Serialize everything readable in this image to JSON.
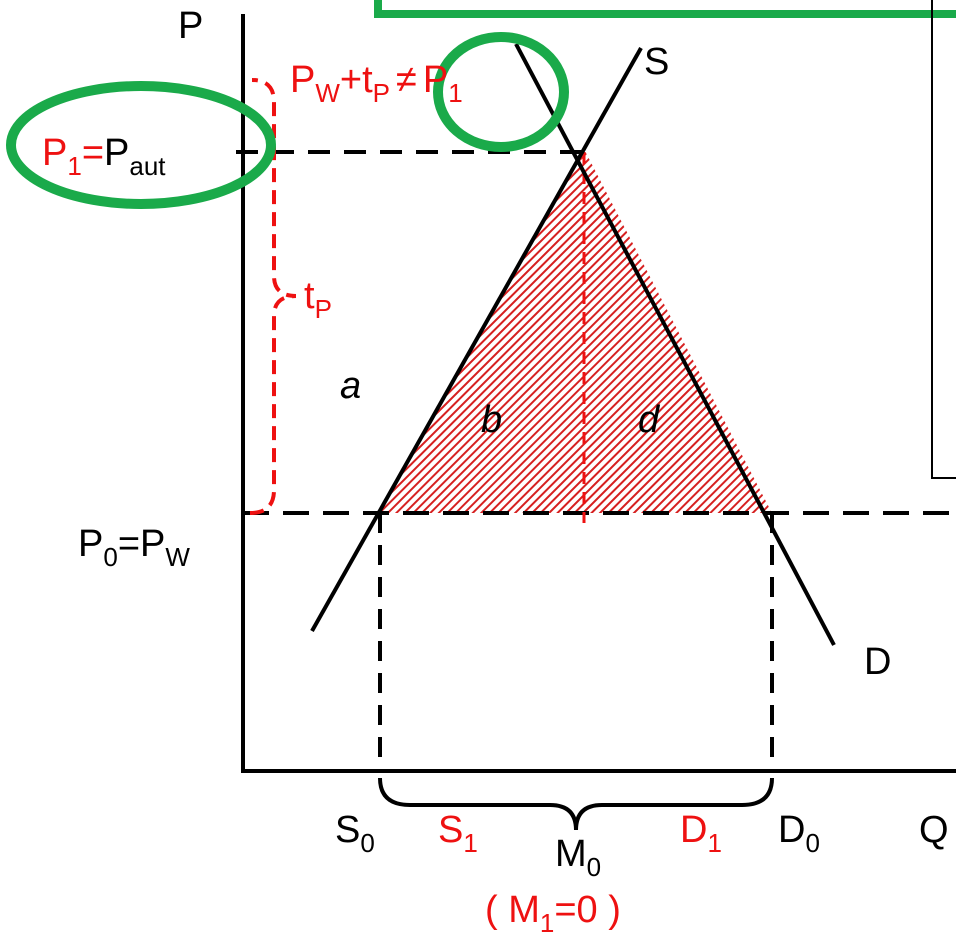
{
  "axes": {
    "y_label": "P",
    "x_label": "Q"
  },
  "curves": {
    "supply": "S",
    "demand": "D"
  },
  "prices": {
    "p1_main": "P",
    "p1_sub": "1",
    "p1_eq": "=",
    "paut_main": "P",
    "paut_sub": "aut",
    "p0_main": "P",
    "p0_sub": "0",
    "pw_eq": "=",
    "pw_main": "P",
    "pw_sub": "W"
  },
  "tariff_note": {
    "pw_main": "P",
    "pw_sub": "W",
    "plus": "+",
    "tp_main": "t",
    "tp_sub": "P",
    "neq": "≠",
    "p1_main": "P",
    "p1_sub": "1"
  },
  "tariff_label": {
    "main": "t",
    "sub": "P"
  },
  "areas": {
    "a": "a",
    "b": "b",
    "d": "d"
  },
  "quantities": {
    "s0_main": "S",
    "s0_sub": "0",
    "s1_main": "S",
    "s1_sub": "1",
    "m0_main": "M",
    "m0_sub": "0",
    "d1_main": "D",
    "d1_sub": "1",
    "d0_main": "D",
    "d0_sub": "0",
    "m1_open": "( M",
    "m1_sub": "1",
    "m1_close": "=0 )"
  },
  "colors": {
    "black": "#000000",
    "red": "#ee1111",
    "green": "#1aaa4a",
    "hatch": "#d62020"
  }
}
